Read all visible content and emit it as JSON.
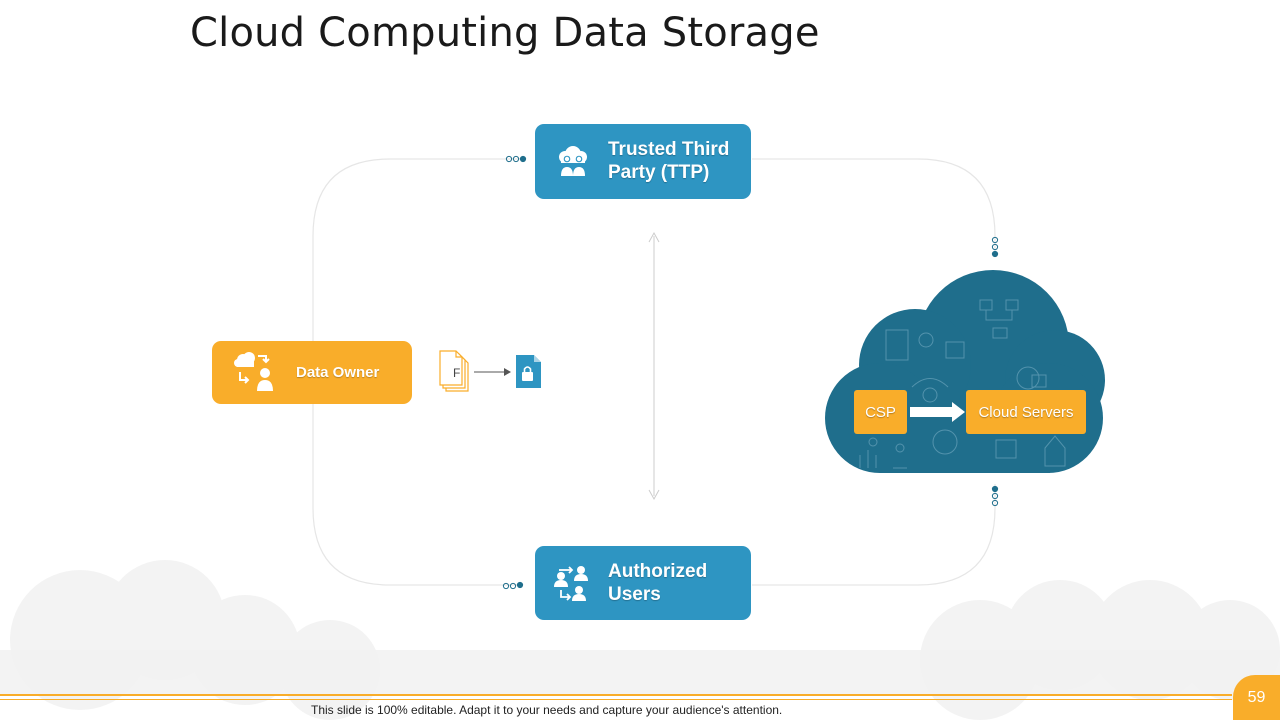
{
  "title": "Cloud Computing Data Storage",
  "nodes": {
    "ttp": {
      "label_line1": "Trusted Third",
      "label_line2": "Party (TTP)"
    },
    "authorized_users": {
      "label_line1": "Authorized",
      "label_line2": "Users"
    },
    "data_owner": {
      "label": "Data Owner"
    },
    "file_icon_letter": "F",
    "cloud": {
      "csp_label": "CSP",
      "servers_label": "Cloud Servers"
    }
  },
  "colors": {
    "blue": "#2e95c2",
    "orange": "#f9ad2a",
    "cloud": "#1f6e8c"
  },
  "footer": {
    "note": "This slide is 100% editable. Adapt it to your needs and capture your audience's attention.",
    "page_number": "59"
  }
}
